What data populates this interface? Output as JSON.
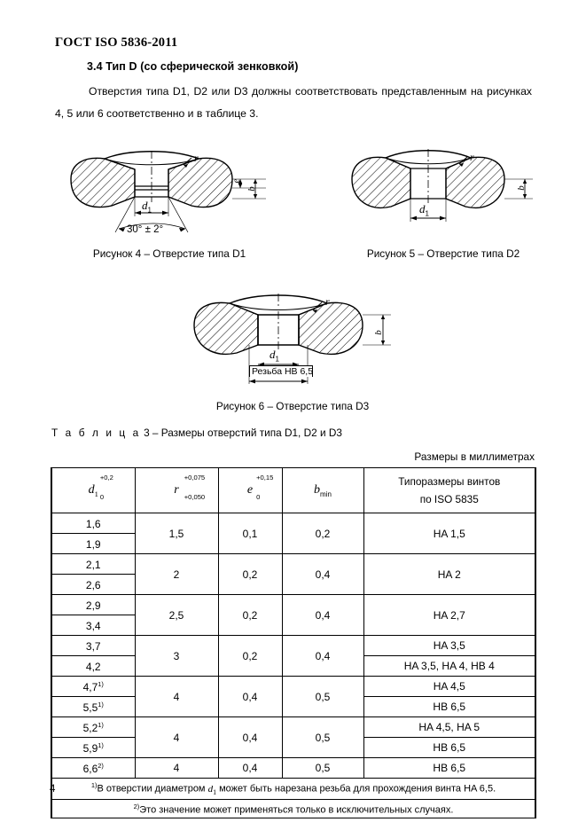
{
  "document": {
    "standard_header": "ГОСТ ISO 5836-2011",
    "page_number": "4"
  },
  "section": {
    "title": "3.4 Тип D (со сферической зенковкой)",
    "paragraph": "Отверстия типа D1, D2 или D3 должны соответствовать представленным на рисунках 4, 5 или 6 соответственно и в таблице 3."
  },
  "figures": [
    {
      "id": "figure-4",
      "caption": "Рисунок 4 – Отверстие типа D1",
      "labels": {
        "d1": "d",
        "d1_sub": "1",
        "e": "e",
        "b": "b",
        "r": "r",
        "angle": "30° ± 2°"
      }
    },
    {
      "id": "figure-5",
      "caption": "Рисунок 5 – Отверстие типа D2",
      "labels": {
        "d1": "d",
        "d1_sub": "1",
        "b": "b",
        "r": "r"
      }
    },
    {
      "id": "figure-6",
      "caption": "Рисунок 6 – Отверстие типа D3",
      "labels": {
        "d1": "d",
        "d1_sub": "1",
        "b": "b",
        "r": "r",
        "thread": "Резьба HB 6,5"
      }
    }
  ],
  "table": {
    "title_prefix": "Т а б л и ц а",
    "title_rest": "3 – Размеры отверстий типа D1, D2 и D3",
    "units_note": "Размеры в миллиметрах",
    "headers": {
      "d1": {
        "symbol": "d",
        "sub": "1",
        "tol_upper": "+0,2",
        "tol_lower": "0"
      },
      "r": {
        "symbol": "r",
        "tol_upper": "+0,075",
        "tol_lower": "+0,050"
      },
      "e": {
        "symbol": "e",
        "tol_upper": "+0,15",
        "tol_lower": "0"
      },
      "b": {
        "symbol": "b",
        "sub": "min"
      },
      "screws_line1": "Типоразмеры винтов",
      "screws_line2": "по ISO 5835"
    },
    "groups": [
      {
        "d1_values": [
          "1,6",
          "1,9"
        ],
        "d1_notes": [
          "",
          ""
        ],
        "r": "1,5",
        "e": "0,1",
        "b": "0,2",
        "screws": [
          "HA 1,5"
        ],
        "split_screws": false,
        "d1_divider": true
      },
      {
        "d1_values": [
          "2,1",
          "2,6"
        ],
        "d1_notes": [
          "",
          ""
        ],
        "r": "2",
        "e": "0,2",
        "b": "0,4",
        "screws": [
          "HA 2"
        ],
        "split_screws": false,
        "d1_divider": true
      },
      {
        "d1_values": [
          "2,9",
          "3,4"
        ],
        "d1_notes": [
          "",
          ""
        ],
        "r": "2,5",
        "e": "0,2",
        "b": "0,4",
        "screws": [
          "HA 2,7"
        ],
        "split_screws": false,
        "d1_divider": false
      },
      {
        "d1_values": [
          "3,7",
          "4,2"
        ],
        "d1_notes": [
          "",
          ""
        ],
        "r": "3",
        "e": "0,2",
        "b": "0,4",
        "screws": [
          "HA 3,5",
          "HA 3,5,   HA 4,   HB 4"
        ],
        "split_screws": true,
        "d1_divider": true
      },
      {
        "d1_values": [
          "4,7",
          "5,5"
        ],
        "d1_notes": [
          "1)",
          "1)"
        ],
        "r": "4",
        "e": "0,4",
        "b": "0,5",
        "screws": [
          "HA 4,5",
          "HB 6,5"
        ],
        "split_screws": false,
        "d1_divider": false
      },
      {
        "d1_values": [
          "5,2",
          "5,9"
        ],
        "d1_notes": [
          "1)",
          "1)"
        ],
        "r": "4",
        "e": "0,4",
        "b": "0,5",
        "screws": [
          "HA 4,5,   HA 5",
          "HB 6,5"
        ],
        "split_screws": false,
        "d1_divider": true
      },
      {
        "d1_values": [
          "6,6"
        ],
        "d1_notes": [
          "2)"
        ],
        "r": "4",
        "e": "0,4",
        "b": "0,5",
        "screws": [
          "HB 6,5"
        ],
        "split_screws": false,
        "d1_divider": false
      }
    ],
    "footnotes": [
      {
        "marker": "1)",
        "text_before": "В отверстии диаметром ",
        "symbol": "d",
        "sub": "1",
        "text_after": " может быть нарезана резьба для прохождения винта HA 6,5."
      },
      {
        "marker": "2)",
        "text_before": "Это значение может применяться только в исключительных случаях.",
        "symbol": "",
        "sub": "",
        "text_after": ""
      }
    ]
  }
}
